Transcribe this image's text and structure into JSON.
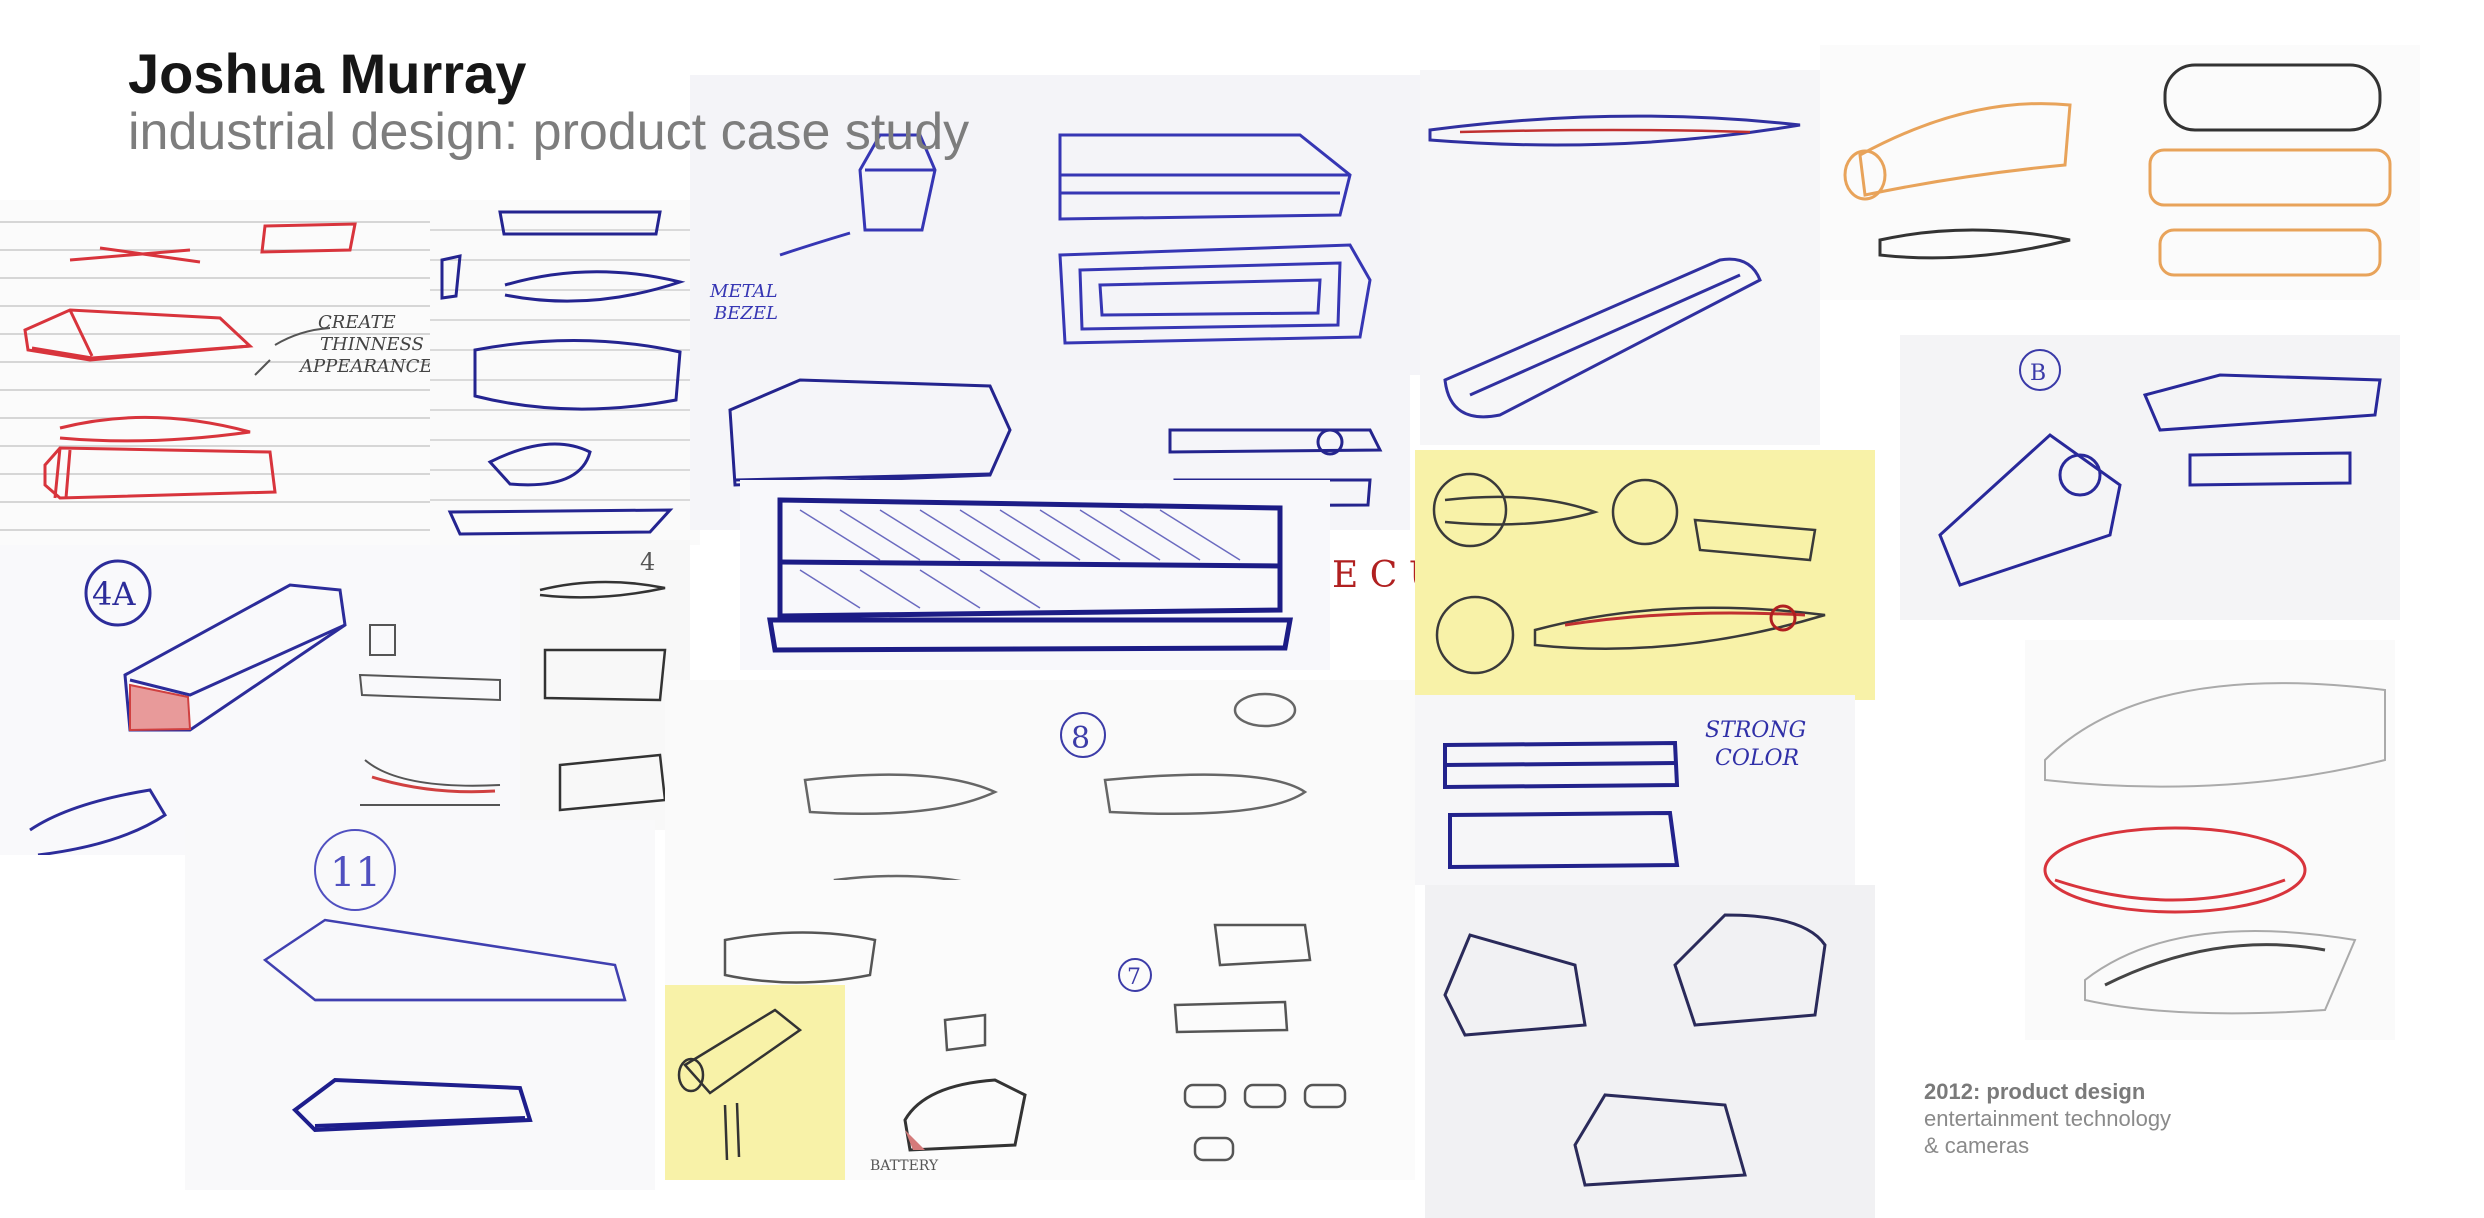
{
  "header": {
    "name": "Joshua Murray",
    "subtitle": "industrial design: product case study"
  },
  "annotations": {
    "create_thinness": [
      "CREATE",
      "THINNESS",
      "APPEARANCE"
    ],
    "metal_bezel": [
      "METAL",
      "BEZEL"
    ],
    "label_4a": "4A",
    "label_4": "4",
    "label_11": "11",
    "label_8": "8",
    "label_7": "7",
    "label_9b": "B",
    "strong_color": [
      "STRONG",
      "COLOR"
    ],
    "battery": "BATTERY",
    "ecu": "E C U"
  },
  "caption": {
    "line1": "2012: product design",
    "line2": "entertainment technology",
    "line3": "& cameras"
  },
  "colors": {
    "ink_red": "#d8343c",
    "ink_blue": "#3a3ab0",
    "ink_navy": "#1f1f8c",
    "pencil": "#6a6a6a",
    "orange": "#e8a35a",
    "sticky_yellow": "#f8f2a8",
    "paper": "#f7f7f9"
  }
}
